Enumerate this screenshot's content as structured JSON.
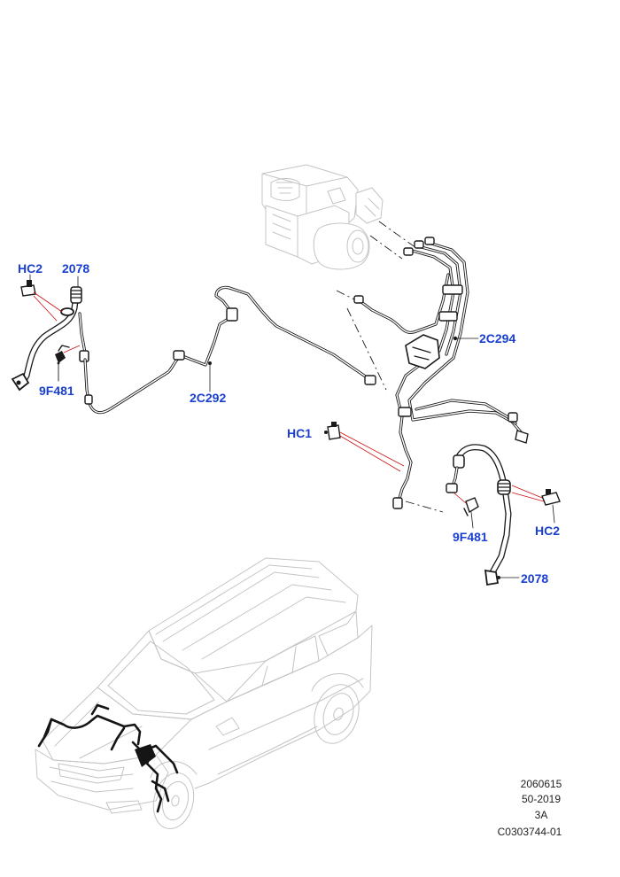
{
  "callouts": {
    "hc2_left": "HC2",
    "hose_left": "2078",
    "sensor_left": "9F481",
    "pipe_left": "2C292",
    "pipe_right": "2C294",
    "hc1": "HC1",
    "sensor_right": "9F481",
    "hc2_right": "HC2",
    "hose_right": "2078"
  },
  "reference": {
    "line1": "2060615",
    "line2": "50-2019",
    "line3": "3A",
    "line4": "C0303744-01"
  },
  "colors": {
    "callout": "#1a3fd0",
    "leader": "#cc1010",
    "lines": "#1a1a1a",
    "ghost": "#c4c4c4"
  }
}
